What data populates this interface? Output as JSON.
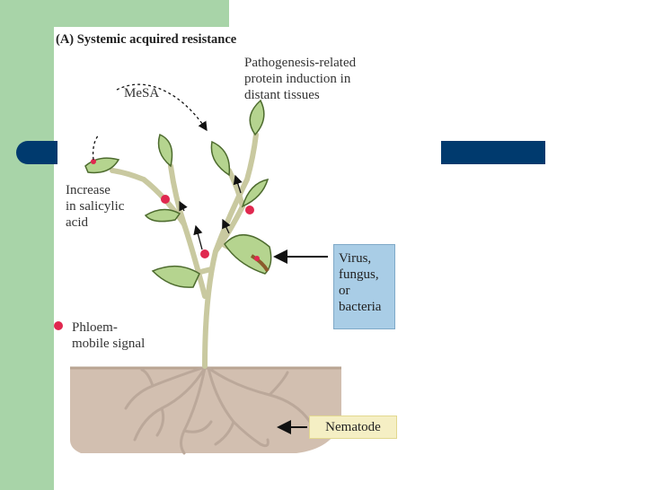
{
  "title": "(A) Systemic acquired resistance",
  "labels": {
    "pathogenesis": "Pathogenesis-related\nprotein induction in\ndistant tissues",
    "mesa": "MeSA",
    "salicylic": "Increase\nin salicylic\nacid",
    "signal": "Phloem-\nmobile signal",
    "pathogen": "Virus,\nfungus,\nor\nbacteria",
    "nematode": "Nematode"
  },
  "colors": {
    "side_band": "#a8d4a8",
    "bar": "#003a6e",
    "leaf": "#b5d48f",
    "stem": "#dcdcb4",
    "soil": "#d2bfb0",
    "root": "#bba89a",
    "signal_dot": "#e0284f",
    "pathogen_box": "#a9cde6",
    "nematode_box": "#f5efc4"
  }
}
